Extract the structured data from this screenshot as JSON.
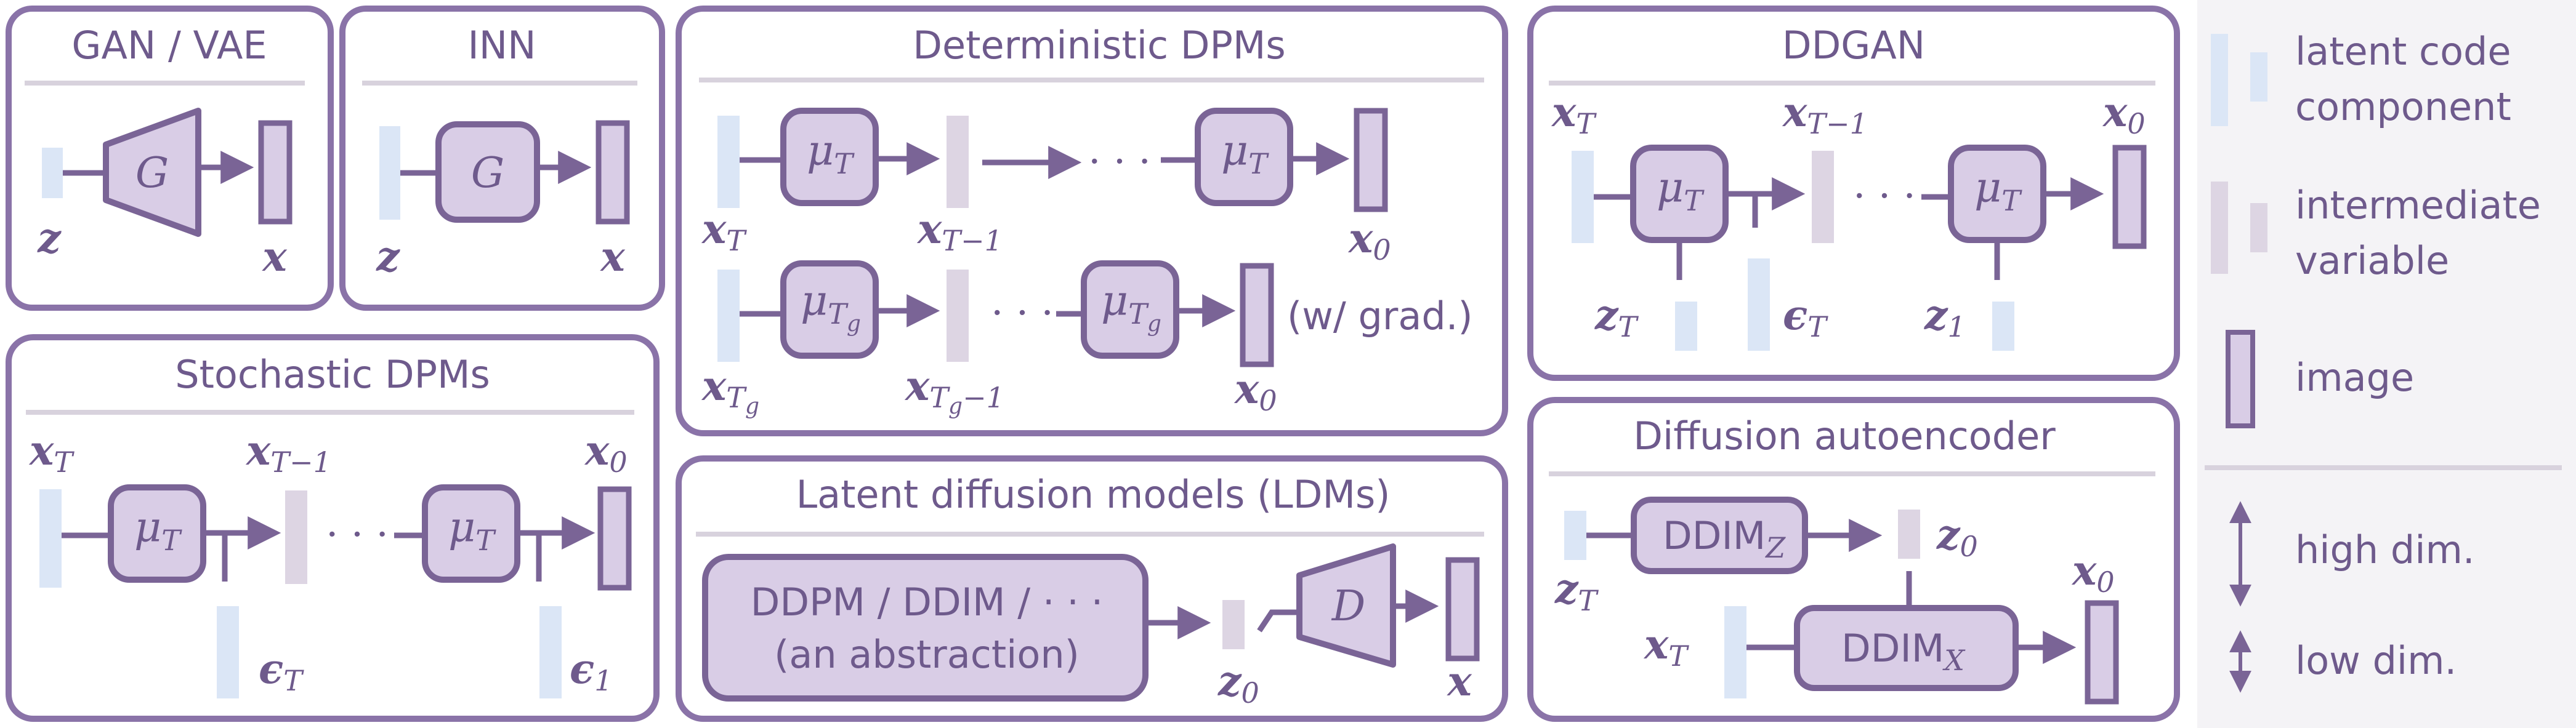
{
  "panels": {
    "gan_vae": {
      "title": "GAN / VAE",
      "block": "G",
      "in": "z",
      "out": "x"
    },
    "inn": {
      "title": "INN",
      "block": "G",
      "in": "z",
      "out": "x"
    },
    "stochastic": {
      "title": "Stochastic DPMs",
      "labels": {
        "xT": "x",
        "xT_sub": "T",
        "xTm1": "x",
        "xTm1_sub": "T−1",
        "x0": "x",
        "x0_sub": "0",
        "epsT": "ϵ",
        "epsT_sub": "T",
        "eps1": "ϵ",
        "eps1_sub": "1"
      },
      "block": "μ",
      "block_sub": "T",
      "dots": "· · ·"
    },
    "deterministic": {
      "title": "Deterministic DPMs",
      "row1": {
        "block": "μ",
        "block_sub": "T",
        "xT": "x",
        "xT_sub": "T",
        "xTm1": "x",
        "xTm1_sub": "T−1",
        "x0": "x",
        "x0_sub": "0",
        "dots": "· · ·"
      },
      "row2": {
        "block": "μ",
        "block_sub": "T",
        "block_subsub": "g",
        "xT": "x",
        "xT_sub": "T",
        "xT_subsub": "g",
        "xTm1": "x",
        "xTm1_sub": "T",
        "xTm1_subsub": "g",
        "xTm1_suffix": "−1",
        "x0": "x",
        "x0_sub": "0",
        "dots": "· · ·",
        "note": "(w/ grad.)"
      }
    },
    "ldm": {
      "title": "Latent diffusion models (LDMs)",
      "box_line1": "DDPM / DDIM / · · ·",
      "box_line2": "(an abstraction)",
      "block": "D",
      "z0": "z",
      "z0_sub": "0",
      "out": "x"
    },
    "ddgan": {
      "title": "DDGAN",
      "block": "μ",
      "block_sub": "T",
      "labels": {
        "xT": "x",
        "xT_sub": "T",
        "xTm1": "x",
        "xTm1_sub": "T−1",
        "x0": "x",
        "x0_sub": "0",
        "zT": "z",
        "zT_sub": "T",
        "epsT": "ϵ",
        "epsT_sub": "T",
        "z1": "z",
        "z1_sub": "1"
      },
      "dots": "· · ·"
    },
    "diffae": {
      "title": "Diffusion autoencoder",
      "ddimz": "DDIM",
      "ddimz_sub": "Z",
      "ddimx": "DDIM",
      "ddimx_sub": "X",
      "labels": {
        "zT": "z",
        "zT_sub": "T",
        "z0": "z",
        "z0_sub": "0",
        "xT": "x",
        "xT_sub": "T",
        "x0": "x",
        "x0_sub": "0"
      }
    }
  },
  "legend": {
    "latent_line1": "latent code",
    "latent_line2": "component",
    "inter_line1": "intermediate",
    "inter_line2": "variable",
    "image": "image",
    "high": "high dim.",
    "low": "low dim."
  },
  "colors": {
    "frame": "#8a73a8",
    "accent": "#6e5a8c",
    "block_fill": "#d9cde6",
    "latent_fill": "#dbe6f6",
    "inter_fill": "#ddd5e3",
    "image_fill": "#d9cde6",
    "legend_bg": "#f4f3f6"
  }
}
